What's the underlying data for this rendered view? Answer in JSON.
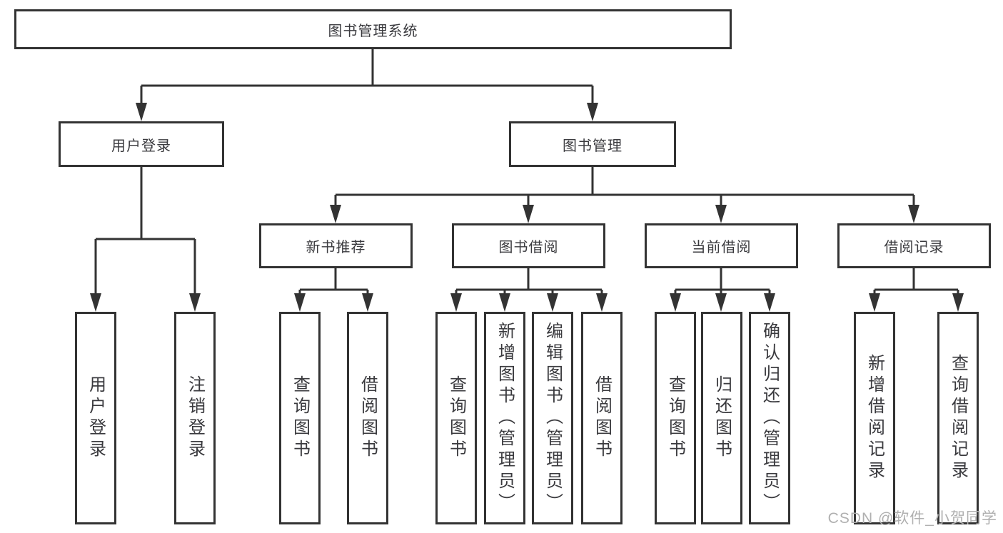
{
  "diagram": {
    "root": {
      "label": "图书管理系统"
    },
    "level2": {
      "user_login": {
        "label": "用户登录",
        "children": [
          "用户登录",
          "注销登录"
        ]
      },
      "book_mgmt": {
        "label": "图书管理",
        "sections": {
          "new_book_rec": {
            "label": "新书推荐",
            "children": [
              "查询图书",
              "借阅图书"
            ]
          },
          "book_borrow": {
            "label": "图书借阅",
            "children": [
              "查询图书",
              "新增图书（管理员）",
              "编辑图书（管理员）",
              "借阅图书"
            ]
          },
          "current_borrow": {
            "label": "当前借阅",
            "children": [
              "查询图书",
              "归还图书",
              "确认归还（管理员）"
            ]
          },
          "borrow_record": {
            "label": "借阅记录",
            "children": [
              "新增借阅记录",
              "查询借阅记录"
            ]
          }
        }
      }
    }
  },
  "watermark": {
    "text": "CSDN @软件_小贺同学"
  },
  "colors": {
    "line": "#333333",
    "box_border": "#333333",
    "text": "#3a3a3e",
    "watermark": "#b0b0b0",
    "background": "#ffffff"
  }
}
